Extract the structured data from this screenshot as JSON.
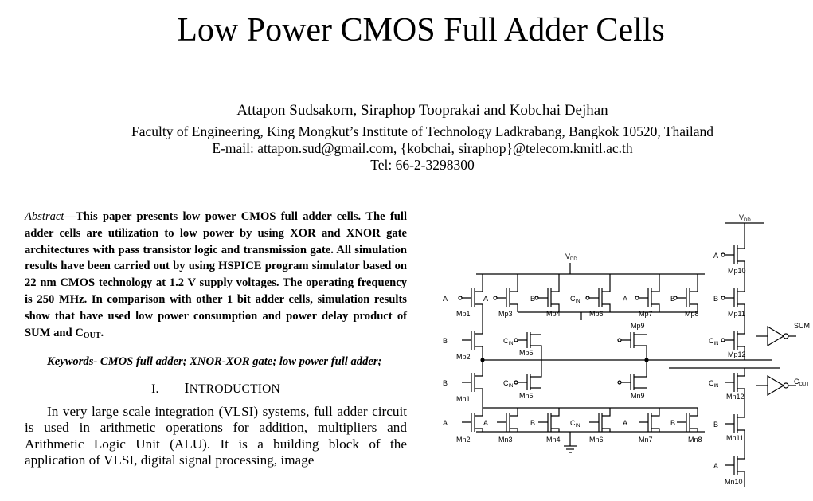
{
  "paper": {
    "title": "Low Power CMOS Full Adder Cells",
    "authors": "Attapon Sudsakorn, Siraphop Tooprakai and Kobchai Dejhan",
    "affiliation": "Faculty of Engineering, King Mongkut’s Institute of Technology Ladkrabang, Bangkok 10520, Thailand",
    "email": "E-mail: attapon.sud@gmail.com, {kobchai, siraphop}@telecom.kmitl.ac.th",
    "tel": "Tel: 66-2-3298300"
  },
  "abstract": {
    "lead": "Abstract",
    "dash": "—",
    "body": "This paper presents low power CMOS full adder cells. The full adder cells are utilization to low power by using XOR and XNOR gate architectures with pass transistor logic and transmission gate. All simulation results have been carried out by using HSPICE program simulator based on 22 nm CMOS technology at 1.2 V supply voltages. The operating frequency is 250 MHz. In comparison with other 1 bit adder cells, simulation results show that have used low power consumption and power delay product of SUM and C",
    "sub": "OUT",
    "end": "."
  },
  "keywords": "Keywords- CMOS full adder; XNOR-XOR gate; low power full adder;",
  "section": {
    "number": "I.",
    "title_initial": "I",
    "title_rest": "NTRODUCTION"
  },
  "intro_text": "In very large scale integration (VLSI) systems, full adder circuit is used in arithmetic operations for addition, multipliers and Arithmetic Logic Unit (ALU). It is a building block of the application of VLSI, digital signal processing, image",
  "figure": {
    "vdd": "V",
    "vdd_sub": "DD",
    "sum": "SUM",
    "cout": "C",
    "cout_sub": "OUT",
    "in_a": "A",
    "in_b": "B",
    "in_c": "C",
    "in_c_sub": "IN",
    "labels": {
      "mp1": "Mp1",
      "mp2": "Mp2",
      "mp3": "Mp3",
      "mp4": "Mp4",
      "mp5": "Mp5",
      "mp6": "Mp6",
      "mp7": "Mp7",
      "mp8": "Mp8",
      "mp9": "Mp9",
      "mp10": "Mp10",
      "mp11": "Mp11",
      "mp12": "Mp12",
      "mn1": "Mn1",
      "mn2": "Mn2",
      "mn3": "Mn3",
      "mn4": "Mn4",
      "mn5": "Mn5",
      "mn6": "Mn6",
      "mn7": "Mn7",
      "mn8": "Mn8",
      "mn9": "Mn9",
      "mn10": "Mn10",
      "mn11": "Mn11",
      "mn12": "Mn12"
    }
  }
}
